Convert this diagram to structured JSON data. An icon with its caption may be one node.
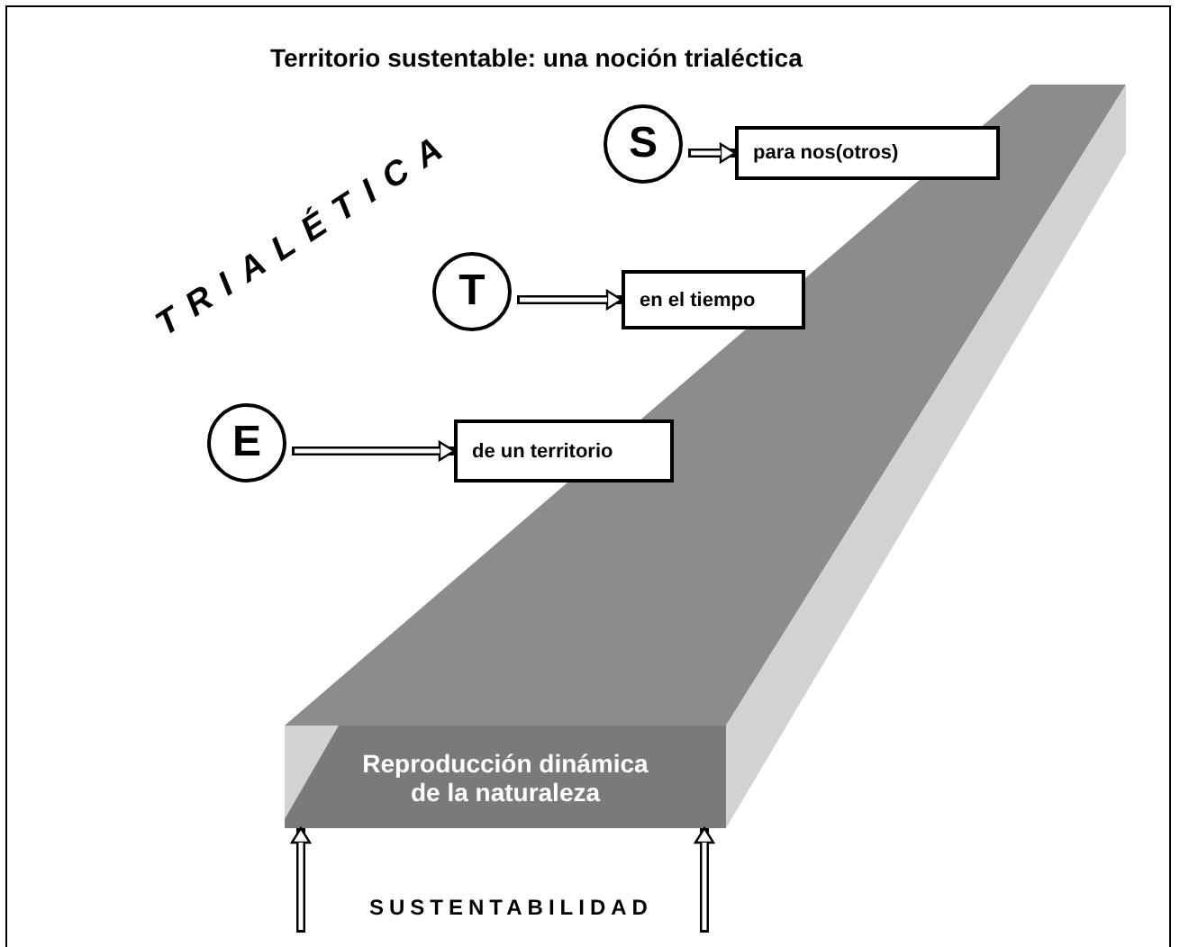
{
  "diagram": {
    "title": "Territorio sustentable: una noción trialéctica",
    "nodes": [
      {
        "text": [
          "S"
        ]
      },
      {
        "text": [
          "para nos(otros)"
        ]
      },
      {
        "text": [
          "T"
        ]
      },
      {
        "text": [
          "en el tiempo"
        ]
      },
      {
        "text": [
          "E"
        ]
      },
      {
        "text": [
          "de un territorio"
        ]
      },
      {
        "text": [
          "Reproducción dinámica de la naturaleza"
        ]
      }
    ],
    "edges": [
      {
        "from": 0,
        "to": 1,
        "arrow": "to"
      },
      {
        "from": 2,
        "to": 3,
        "arrow": "to"
      },
      {
        "from": 4,
        "to": 5,
        "arrow": "to"
      },
      {
        "from": null,
        "to": 6,
        "arrow": "to"
      },
      {
        "from": null,
        "to": 6,
        "arrow": "to"
      }
    ],
    "labels": [
      "TRIALÉTICA",
      "SUSTENTABILIDAD"
    ]
  }
}
